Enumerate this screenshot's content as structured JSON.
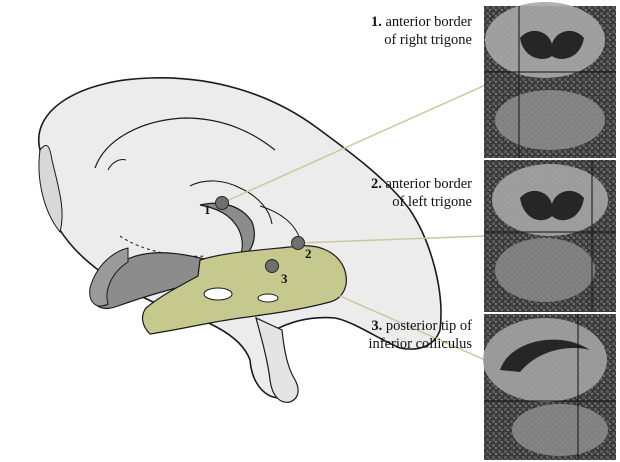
{
  "landmarks": [
    {
      "number": "1.",
      "marker": "1",
      "line1": "anterior border",
      "line2": "of right trigone"
    },
    {
      "number": "2.",
      "marker": "2",
      "line1": "anterior border",
      "line2": "of left trigone"
    },
    {
      "number": "3.",
      "marker": "3",
      "line1": "posterior tip of",
      "line2": "inferior colliculus"
    }
  ],
  "colors": {
    "ventricle_fill": "#ececec",
    "ventricle_stroke": "#1a1a1a",
    "temporal_horn_fill": "#8c8c8c",
    "brainstem_fill": "#c6c98d",
    "marker_fill": "#6f6f6f",
    "pointer_line": "#cfc79a",
    "mri_background": "#2a2a2a",
    "mri_tissue": "#9a9a9a"
  }
}
